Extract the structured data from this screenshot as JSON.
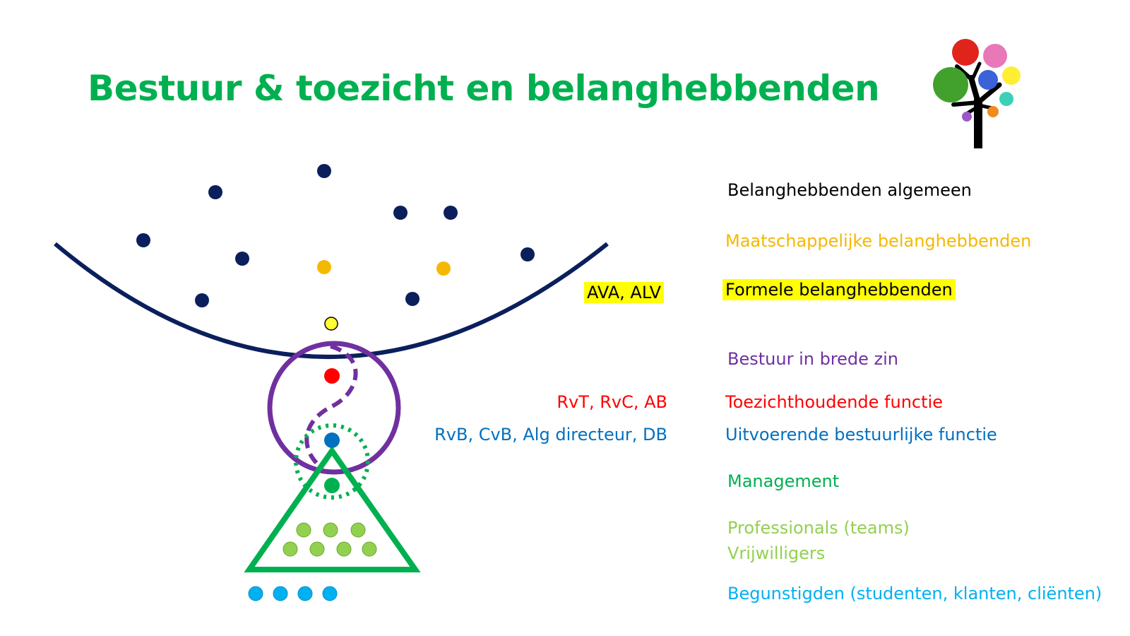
{
  "title": "Bestuur & toezicht en belanghebbenden",
  "colors": {
    "title": "#00b050",
    "navy": "#0b1f5c",
    "stakeholder_dot": "#0b1f5c",
    "societal": "#f5b800",
    "formal_highlight": "#ffff00",
    "formal_dot": "#ffff33",
    "governance": "#7030a0",
    "supervisory": "#ff0000",
    "executive": "#0070c0",
    "management": "#00b050",
    "professionals": "#92d050",
    "beneficiaries": "#00b0f0",
    "text_dark": "#000000"
  },
  "legend": {
    "general": "Belanghebbenden algemeen",
    "societal": "Maatschappelijke belanghebbenden",
    "formal": "Formele belanghebbenden",
    "governance_broad": "Bestuur in brede zin",
    "supervisory": "Toezichthoudende functie",
    "executive": "Uitvoerende bestuurlijke functie",
    "management": "Management",
    "professionals": "Professionals (teams)",
    "volunteers": "Vrijwilligers",
    "beneficiaries": "Begunstigden (studenten, klanten, cliënten)"
  },
  "side_labels": {
    "formal_bodies": "AVA, ALV",
    "supervisory_bodies": "RvT, RvC, AB",
    "executive_bodies": "RvB, CvB, Alg directeur, DB"
  },
  "logo": {
    "icon": "tree-logo-icon"
  }
}
